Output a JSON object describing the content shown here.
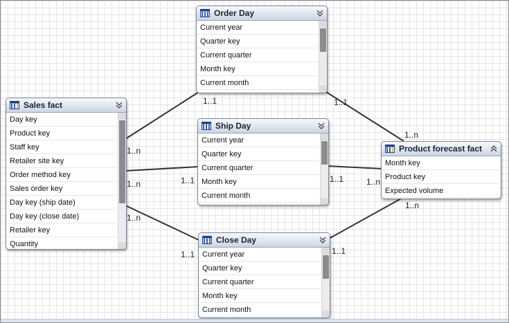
{
  "entities": {
    "order_day": {
      "title": "Order Day",
      "fields": [
        "Current year",
        "Quarter key",
        "Current quarter",
        "Month key",
        "Current month"
      ]
    },
    "sales_fact": {
      "title": "Sales fact",
      "fields": [
        "Day key",
        "Product key",
        "Staff key",
        "Retailer site key",
        "Order method key",
        "Sales order key",
        "Day key (ship date)",
        "Day key (close date)",
        "Retailer key",
        "Quantity"
      ]
    },
    "ship_day": {
      "title": "Ship Day",
      "fields": [
        "Current year",
        "Quarter key",
        "Current quarter",
        "Month key",
        "Current month"
      ]
    },
    "product_forecast_fact": {
      "title": "Product forecast fact",
      "fields": [
        "Month key",
        "Product key",
        "Expected volume"
      ]
    },
    "close_day": {
      "title": "Close Day",
      "fields": [
        "Current year",
        "Quarter key",
        "Current quarter",
        "Month key",
        "Current month"
      ]
    }
  },
  "cardinalities": {
    "order_sales_dim": "1..1",
    "order_sales_fact": "1..n",
    "order_forecast_dim": "1..1",
    "order_forecast_fact": "1..n",
    "ship_sales_fact": "1..n",
    "ship_sales_dim": "1..1",
    "ship_forecast_dim": "1..1",
    "ship_forecast_fact": "1..n",
    "close_sales_fact": "1..n",
    "close_sales_dim": "1..1",
    "close_forecast_dim": "1..1",
    "close_forecast_fact": "1..n"
  },
  "colors": {
    "line": "#333333",
    "header_gradient_top": "#f7f9fc",
    "header_gradient_bottom": "#cdd5e3",
    "scroll_thumb": "#8c8c8c"
  },
  "icons": {
    "entity": "table-icon",
    "collapse": "double-chevron-down-icon",
    "expand": "double-chevron-up-icon"
  }
}
